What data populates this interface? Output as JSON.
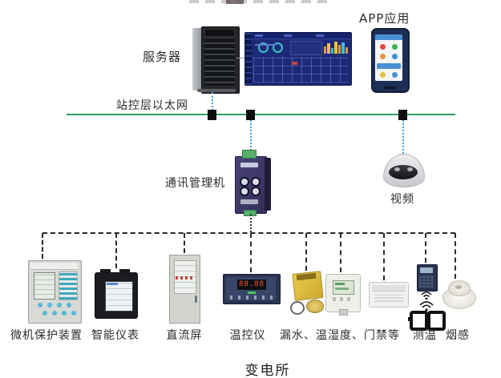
{
  "header": {
    "app_label": "APP应用",
    "server_label": "服务器"
  },
  "network": {
    "ethernet_label": "站控层以太网",
    "ethernet_color": "#2e9e64",
    "drop_color_blue": "#3f9fdc",
    "drop_color_black": "#2a2a2a"
  },
  "middle": {
    "gateway_label": "通讯管理机",
    "video_label": "视频"
  },
  "field_devices": {
    "labels": [
      "微机保护装置",
      "智能仪表",
      "直流屏",
      "温控仪",
      "漏水、温湿度、门禁等",
      "测温",
      "烟感"
    ]
  },
  "tctrl_display": "88.88",
  "footer": {
    "title": "变电所"
  }
}
